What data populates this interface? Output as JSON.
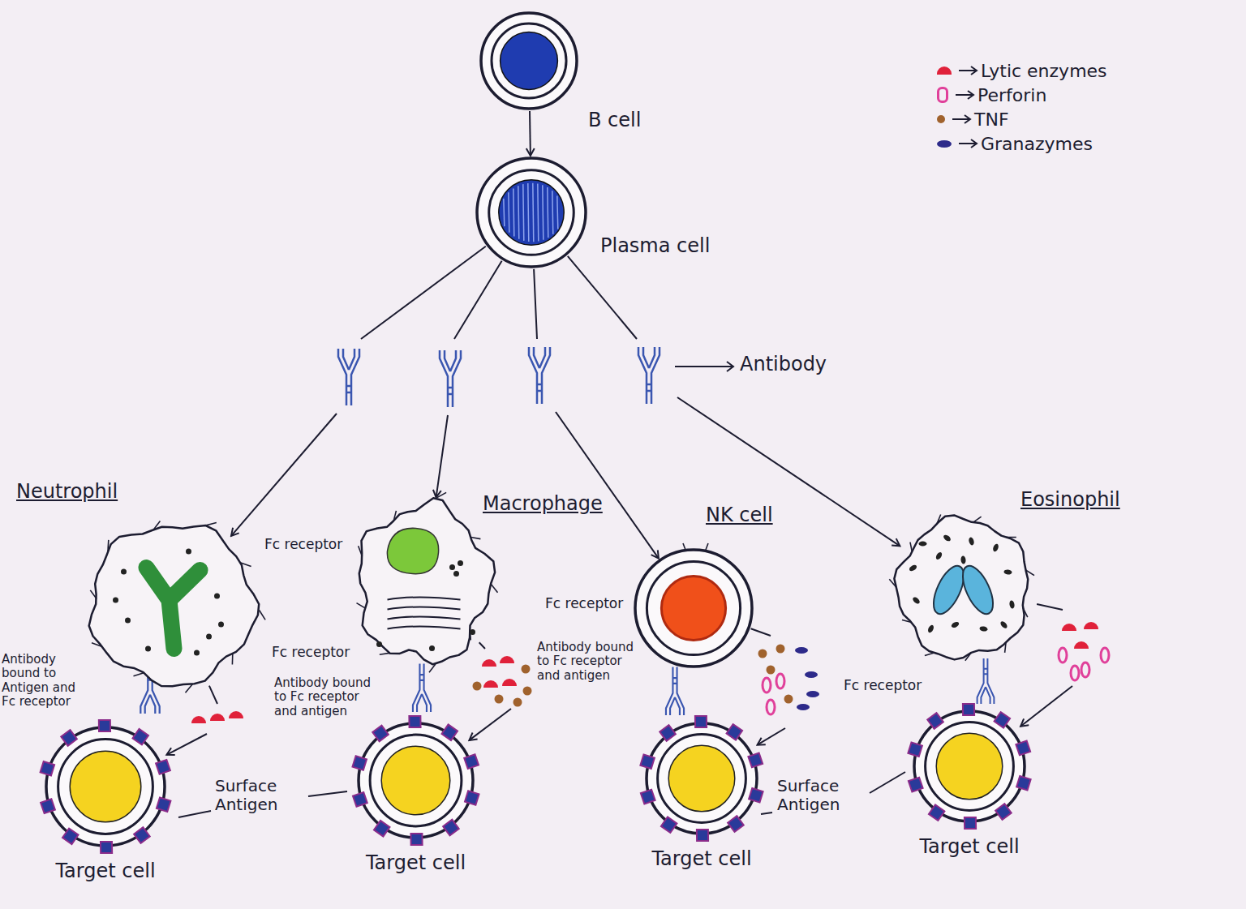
{
  "diagram": {
    "nodes": [
      {
        "text": [
          "B cell"
        ]
      },
      {
        "text": [
          "Plasma cell"
        ]
      },
      {
        "text": [
          "Neutrophil"
        ]
      },
      {
        "text": [
          "Macrophage"
        ]
      },
      {
        "text": [
          "NK cell"
        ]
      },
      {
        "text": [
          "Eosinophil"
        ]
      },
      {
        "text": [
          "Target cell"
        ]
      },
      {
        "text": [
          "Target cell"
        ]
      },
      {
        "text": [
          "Target cell"
        ]
      },
      {
        "text": [
          "Target cell"
        ]
      }
    ],
    "edges": [
      {
        "from": 0,
        "to": 1,
        "arrow": "to"
      },
      {
        "from": 1,
        "to": 2,
        "arrow": "to"
      },
      {
        "from": 1,
        "to": 3,
        "arrow": "to"
      },
      {
        "from": 1,
        "to": 4,
        "arrow": "to"
      },
      {
        "from": 1,
        "to": 5,
        "arrow": "to"
      },
      {
        "from": 2,
        "to": 6,
        "arrow": "to"
      },
      {
        "from": 3,
        "to": 7,
        "arrow": "to"
      },
      {
        "from": 4,
        "to": 8,
        "arrow": "to"
      },
      {
        "from": 5,
        "to": 9,
        "arrow": "to"
      }
    ],
    "labels": [
      "Antibody",
      "Fc receptor",
      "Fc receptor",
      "Fc receptor",
      "Fc receptor",
      "Antibody bound to Antigen and Fc receptor",
      "Antibody bound to Fc receptor and antigen",
      "Antibody bound to Fc receptor and antigen",
      "Surface Antigen",
      "Surface Antigen"
    ],
    "legend": [
      {
        "text": "Lytic enzymes",
        "color": "#e0213a"
      },
      {
        "text": "Perforin",
        "color": "#e0409a"
      },
      {
        "text": "TNF",
        "color": "#a0622d"
      },
      {
        "text": "Granazymes",
        "color": "#2d2a8a"
      }
    ]
  }
}
